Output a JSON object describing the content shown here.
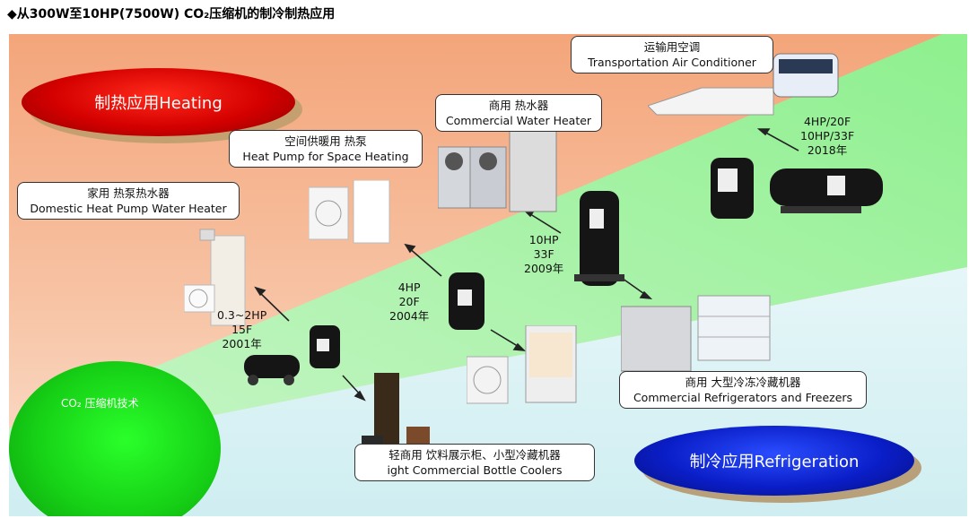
{
  "title": "◆从300W至10HP(7500W) CO₂压缩机的制冷制热应用",
  "heating_label": "制热应用Heating",
  "refrigeration_label": "制冷应用Refrigeration",
  "co2_label": "CO₂ 压缩机技术",
  "boxes": {
    "transport": {
      "cn": "运输用空调",
      "en": "Transportation Air Conditioner"
    },
    "water_heater": {
      "cn": "商用 热水器",
      "en": "Commercial Water Heater"
    },
    "space_heating": {
      "cn": "空间供暖用 热泵",
      "en": "Heat Pump for Space Heating"
    },
    "domestic": {
      "cn": "家用 热泵热水器",
      "en": "Domestic Heat Pump Water Heater"
    },
    "freezers": {
      "cn": "商用 大型冷冻冷藏机器",
      "en": "Commercial Refrigerators and Freezers"
    },
    "bottle": {
      "cn": "轻商用 饮料展示柜、小型冷藏机器",
      "en": "ight Commercial Bottle Coolers"
    }
  },
  "specs": {
    "s2001": [
      "0.3~2HP",
      "15F",
      "2001年"
    ],
    "s2004": [
      "4HP",
      "20F",
      "2004年"
    ],
    "s2009": [
      "10HP",
      "33F",
      "2009年"
    ],
    "s2018": [
      "4HP/20F",
      "10HP/33F",
      "2018年"
    ]
  }
}
